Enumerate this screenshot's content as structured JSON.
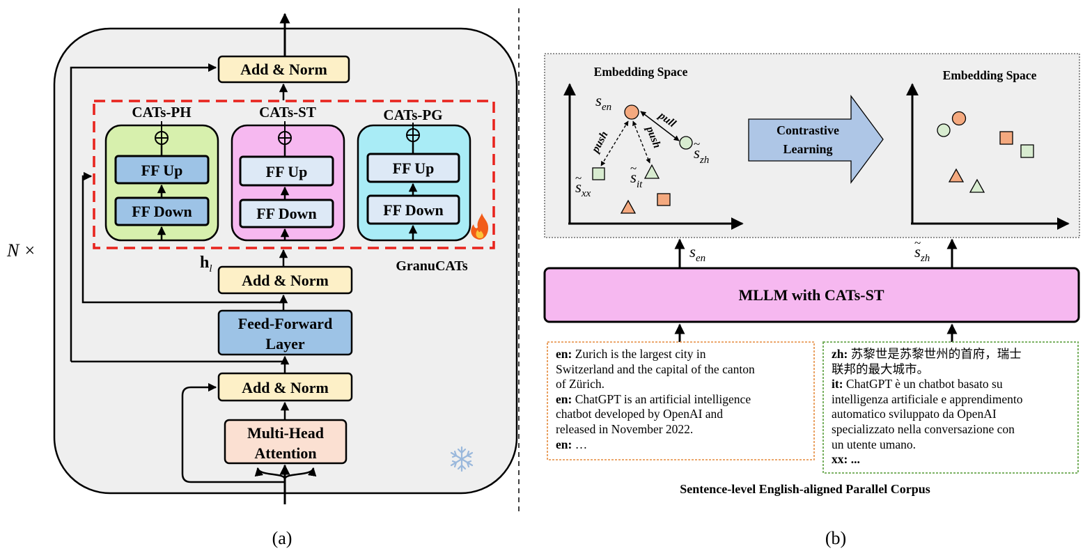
{
  "panel_a": {
    "repeat_label": "N ×",
    "add_norm_top": "Add & Norm",
    "granucats": {
      "label": "GranuCATs",
      "modules": [
        {
          "name": "CATs-PH",
          "up": "FF Up",
          "down": "FF Down"
        },
        {
          "name": "CATs-ST",
          "up": "FF Up",
          "down": "FF Down"
        },
        {
          "name": "CATs-PG",
          "up": "FF Up",
          "down": "FF Down"
        }
      ],
      "plus_symbol": "⊕",
      "trainable_icon": "fire-icon"
    },
    "hidden_label": "h",
    "hidden_sub": "l",
    "add_norm_mid": "Add & Norm",
    "ffn_line1": "Feed-Forward",
    "ffn_line2": "Layer",
    "add_norm_bottom": "Add & Norm",
    "mha_line1": "Multi-Head",
    "mha_line2": "Attention",
    "frozen_icon": "snowflake-icon",
    "caption": "(a)"
  },
  "panel_b": {
    "left_space": {
      "title": "Embedding Space",
      "s_en": "s",
      "s_en_sub": "en",
      "s_zh": "s",
      "s_zh_sub": "zh",
      "s_it": "s",
      "s_it_sub": "it",
      "s_xx": "s",
      "s_xx_sub": "xx",
      "tilde": "~",
      "push_label": "push",
      "pull_label": "pull"
    },
    "arrow_line1": "Contrastive",
    "arrow_line2": "Learning",
    "right_space": {
      "title": "Embedding Space"
    },
    "input_en": "s",
    "input_en_sub": "en",
    "input_zh": "s",
    "input_zh_sub": "zh",
    "model_label": "MLLM with CATs-ST",
    "corpus_left": {
      "p1_lang": "en:",
      "p1_l1": "Zurich is the largest city in",
      "p1_l2": "Switzerland and the capital of the canton",
      "p1_l3": "of Zürich.",
      "p2_lang": "en:",
      "p2_l1": "ChatGPT is an artificial intelligence",
      "p2_l2": "chatbot developed by OpenAI and",
      "p2_l3": "released in November 2022.",
      "p3_lang": "en:",
      "p3_text": "…"
    },
    "corpus_right": {
      "p1_lang": "zh:",
      "p1_l1": "苏黎世是苏黎世州的首府，瑞士",
      "p1_l2": "联邦的最大城市。",
      "p2_lang": "it:",
      "p2_l1": "ChatGPT è un chatbot basato su",
      "p2_l2": "intelligenza artificiale e apprendimento",
      "p2_l3": "automatico sviluppato da OpenAI",
      "p2_l4": "specializzato nella conversazione con",
      "p2_l5": "un utente umano.",
      "p3_lang": "xx:",
      "p3_text": "..."
    },
    "corpus_title": "Sentence-level English-aligned Parallel Corpus",
    "caption": "(b)"
  },
  "colors": {
    "add_norm_fill": "#fdf0c7",
    "ff_fill": "#9dc3e6",
    "mha_fill": "#fbe0d2",
    "ph_fill": "#d7f0ad",
    "st_fill": "#f6b8f0",
    "pg_fill": "#a9ecf6",
    "pg_inner": "#dde9f6",
    "granu_border": "#e8221c",
    "orange": "#f4a97f",
    "green": "#d8ecd0",
    "arrow_fill": "#aec6e6",
    "en_border": "#e58a3c",
    "zh_border": "#6aa84f"
  }
}
